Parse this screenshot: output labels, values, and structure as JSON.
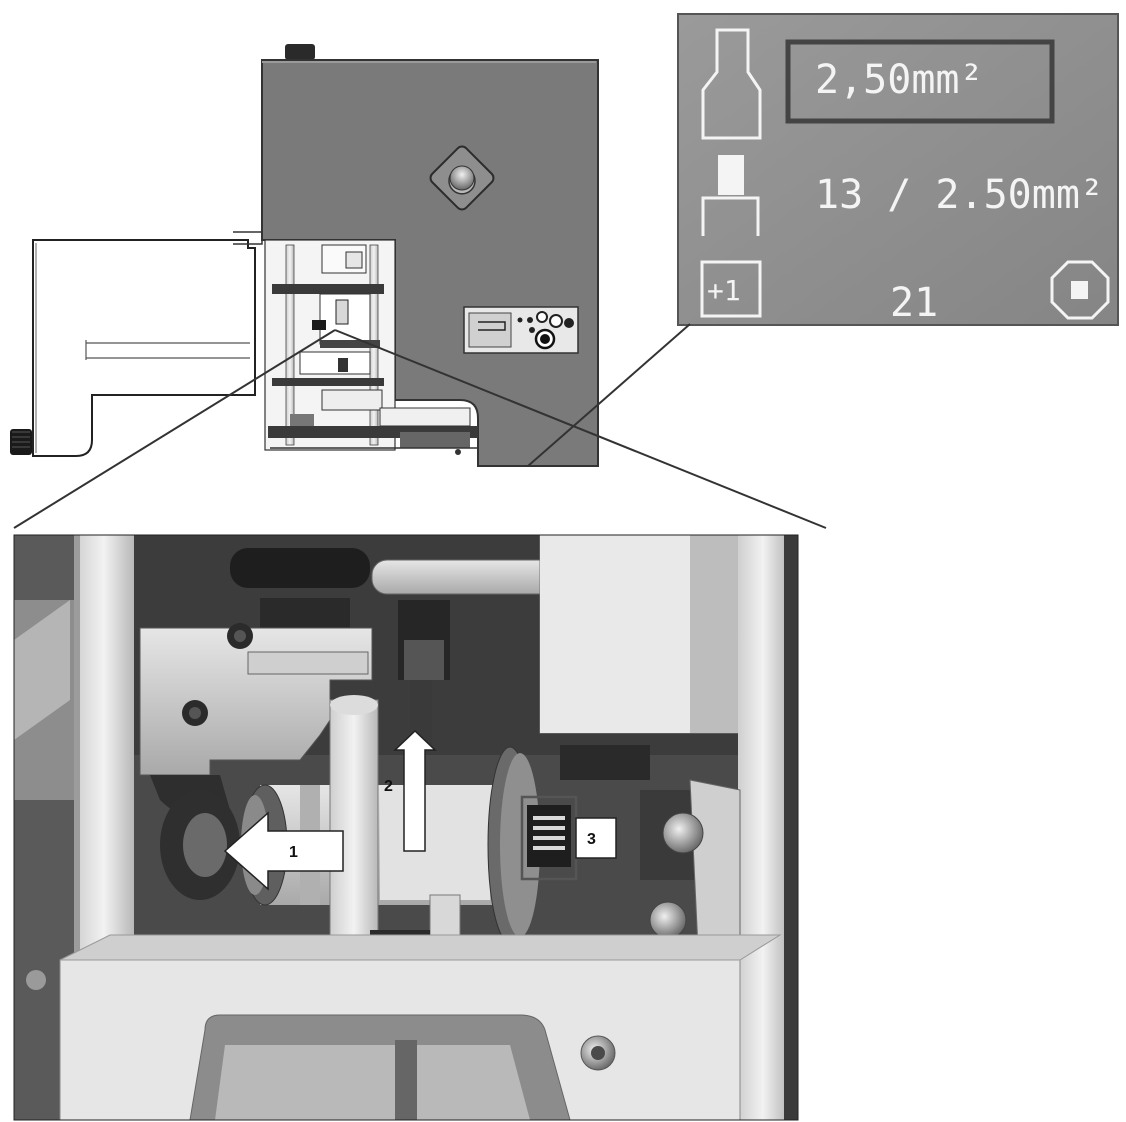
{
  "lcd": {
    "cross_section": "2,50mm²",
    "terminal_info": "13 / 2.50mm²",
    "increment_label": "+1",
    "count": "21"
  },
  "callouts": {
    "c1": "1",
    "c2": "2",
    "c3": "3"
  },
  "icons": [
    "ferrule-icon",
    "crimp-terminal-icon",
    "increment-icon",
    "stop-icon"
  ],
  "colors": {
    "lcd_background": "#8a8a8a",
    "lcd_text": "#f4f4f4",
    "machine_body": "#7a7a7a"
  }
}
